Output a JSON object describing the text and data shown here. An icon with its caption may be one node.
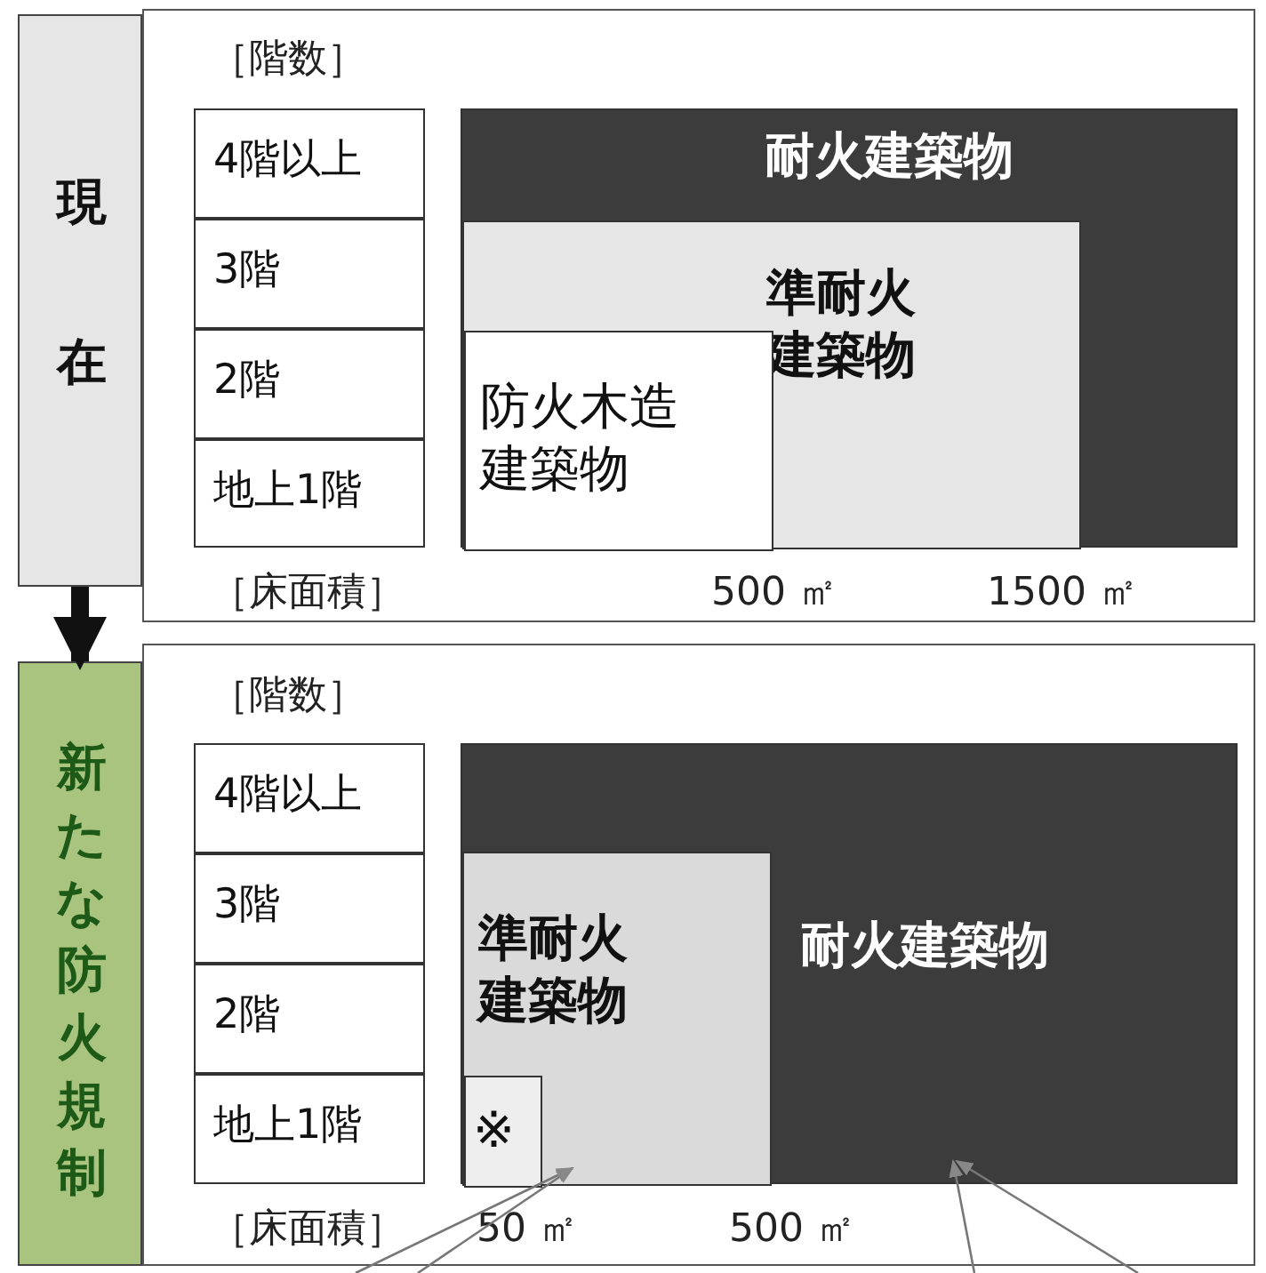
{
  "diagram": {
    "nodes": [
      {
        "text": [
          "現在"
        ]
      },
      {
        "text": [],
        "shape": "box"
      },
      {
        "text": [
          "4階以上"
        ],
        "in": 1
      },
      {
        "text": [
          "3階"
        ],
        "in": 1
      },
      {
        "text": [
          "2階"
        ],
        "in": 1
      },
      {
        "text": [
          "地上1階"
        ],
        "in": 1
      },
      {
        "text": [
          "耐火建築物"
        ],
        "in": 1
      },
      {
        "text": [
          "準耐火建築物"
        ],
        "in": 6
      },
      {
        "text": [
          "防火木造建築物"
        ],
        "in": 7
      },
      {
        "text": [
          "新たな防火規制"
        ]
      },
      {
        "text": [],
        "shape": "box"
      },
      {
        "text": [
          "4階以上"
        ],
        "in": 10
      },
      {
        "text": [
          "3階"
        ],
        "in": 10
      },
      {
        "text": [
          "2階"
        ],
        "in": 10
      },
      {
        "text": [
          "地上1階"
        ],
        "in": 10
      },
      {
        "text": [
          "耐火建築物"
        ],
        "in": 10
      },
      {
        "text": [
          "準耐火建築物"
        ],
        "in": 15
      },
      {
        "text": [
          "※"
        ],
        "in": 16
      }
    ],
    "edges": [
      {
        "from": 0,
        "to": 9,
        "arrow": "to",
        "style": "thick",
        "color": "#111111"
      },
      {
        "from": null,
        "to": 16,
        "arrow": "to"
      },
      {
        "from": null,
        "to": 16,
        "arrow": "to"
      },
      {
        "from": null,
        "to": 15,
        "arrow": "to"
      },
      {
        "from": null,
        "to": 15,
        "arrow": "to"
      }
    ],
    "labels": [
      "［階数］",
      "［床面積］",
      "500 ㎡",
      "1500 ㎡",
      "［階数］",
      "［床面積］",
      "50 ㎡",
      "500 ㎡"
    ]
  }
}
